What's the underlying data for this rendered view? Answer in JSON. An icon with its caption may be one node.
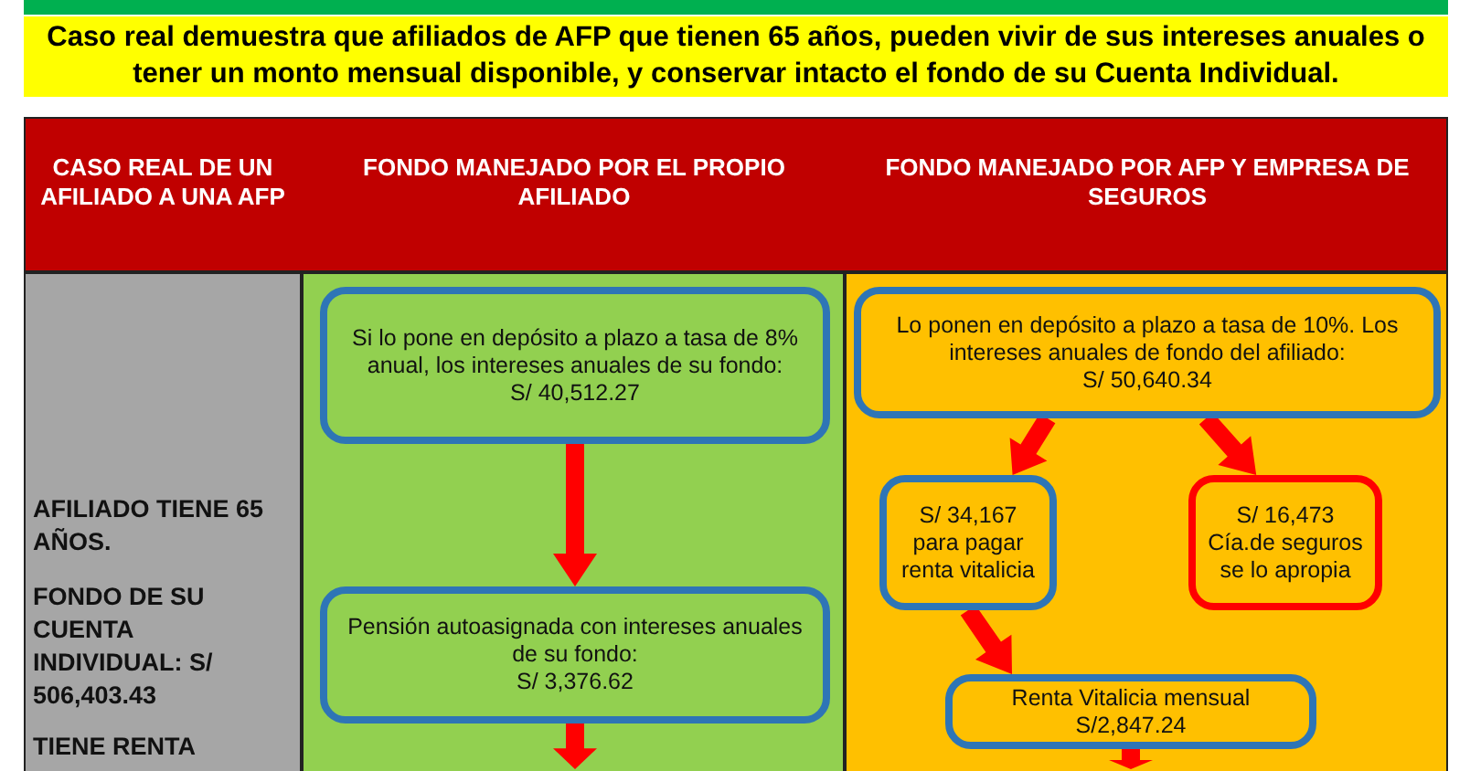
{
  "diagram": {
    "title": "Caso real demuestra que afiliados de AFP que tienen 65 años, pueden vivir de sus intereses anuales o tener un monto mensual disponible, y conservar intacto el fondo de su Cuenta Individual.",
    "nodes": [
      {
        "text": [
          "Si lo pone en depósito a plazo a tasa de 8% anual, los intereses anuales de su fondo:",
          "S/ 40,512.27"
        ]
      },
      {
        "text": [
          "Pensión autoasignada con intereses anuales de su fondo:",
          "S/ 3,376.62"
        ]
      },
      {
        "text": [
          "Lo ponen en depósito a plazo a tasa de 10%. Los intereses anuales de fondo del afiliado:",
          "S/ 50,640.34"
        ]
      },
      {
        "text": [
          "S/ 34,167 para pagar renta vitalicia"
        ]
      },
      {
        "text": [
          "S/ 16,473 Cía.de seguros se lo apropia"
        ]
      },
      {
        "text": [
          "Renta Vitalicia mensual S/2,847.24"
        ]
      }
    ],
    "edges": [
      {
        "from": 0,
        "to": 1,
        "arrow": "to"
      },
      {
        "from": 1,
        "to": null,
        "arrow": "to"
      },
      {
        "from": 2,
        "to": 3,
        "arrow": "to"
      },
      {
        "from": 2,
        "to": 4,
        "arrow": "to"
      },
      {
        "from": 3,
        "to": 5,
        "arrow": "to"
      },
      {
        "from": 5,
        "to": null,
        "arrow": "to"
      }
    ],
    "labels": [
      "CASO REAL DE UN AFILIADO A UNA AFP",
      "FONDO MANEJADO POR EL PROPIO AFILIADO",
      "FONDO MANEJADO POR AFP Y EMPRESA DE SEGUROS",
      "AFILIADO TIENE 65 AÑOS.",
      "FONDO DE SU CUENTA INDIVIDUAL: S/ 506,403.43",
      "TIENE RENTA"
    ]
  }
}
